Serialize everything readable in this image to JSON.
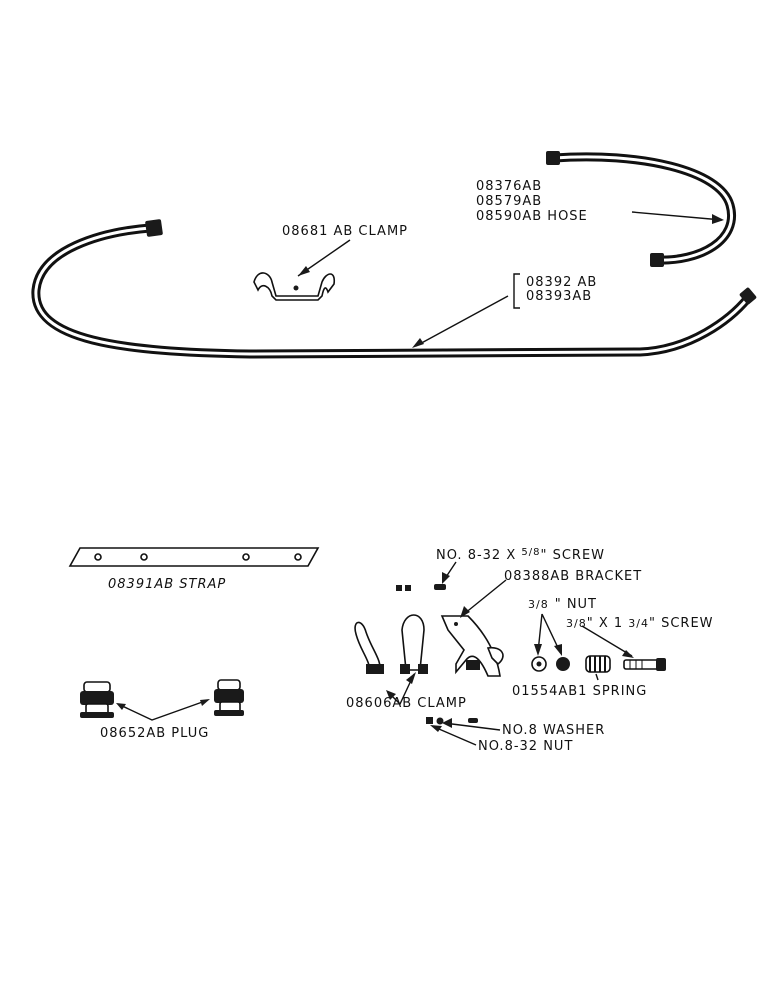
{
  "labels": {
    "hose_a": "08376AB",
    "hose_b": "08579AB",
    "hose_c": "08590AB HOSE",
    "clamp_top": "08681 AB CLAMP",
    "tube_a": "08392 AB",
    "tube_b": "08393AB",
    "strap": "08391AB STRAP",
    "screw_small_prefix": "NO. 8-32 X ",
    "screw_small_frac": "5/8",
    "screw_small_suffix": "\" SCREW",
    "bracket": "08388AB BRACKET",
    "nut_frac": "3/8",
    "nut_suffix": "\" NUT",
    "screw_large_frac1": "3/8",
    "screw_large_mid": "\" X 1 ",
    "screw_large_frac2": "3/4",
    "screw_large_suffix": "\" SCREW",
    "spring": "01554AB1 SPRING",
    "clamp_bottom": "08606AB CLAMP",
    "washer": "NO.8 WASHER",
    "nut_small": "NO.8-32 NUT",
    "plug": "08652AB PLUG"
  },
  "colors": {
    "ink": "#111111",
    "paper": "#ffffff"
  },
  "icons": [
    "hose-icon",
    "tube-icon",
    "clamp-icon",
    "strap-icon",
    "bracket-icon",
    "spring-icon",
    "plug-icon",
    "nut-icon",
    "screw-icon",
    "washer-icon"
  ]
}
